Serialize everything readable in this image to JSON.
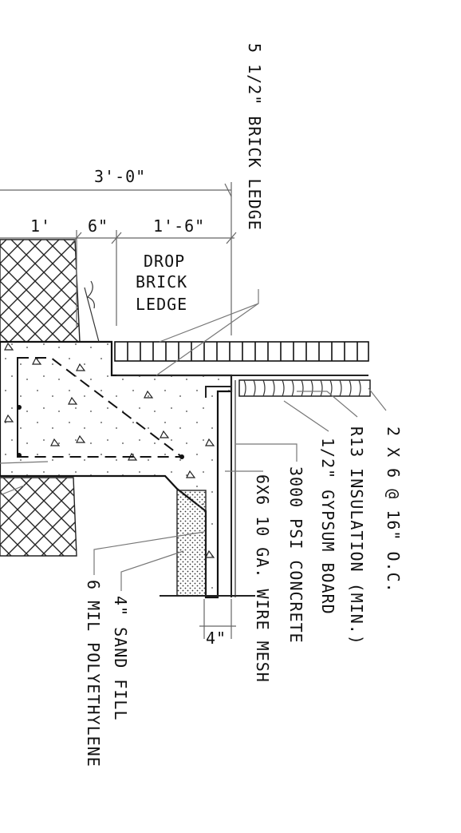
{
  "dimensions": {
    "overall": "3'-0\"",
    "left": "1'",
    "middle": "6\"",
    "right": "1'-6\"",
    "bottom": "4\""
  },
  "labels": {
    "drop_brick_ledge": [
      "DROP",
      "BRICK",
      "LEDGE"
    ],
    "brick_ledge": "5 1/2\" BRICK LEDGE",
    "studs": "2 X 6 @ 16\" O.C.",
    "insulation": "R13 INSULATION (MIN.)",
    "gypsum": "1/2\" GYPSUM BOARD",
    "concrete": "3000 PSI CONCRETE",
    "mesh": "6X6 10 GA. WIRE MESH",
    "sand": "4\" SAND FILL",
    "poly": "6 MIL POLYETHYLENE"
  }
}
